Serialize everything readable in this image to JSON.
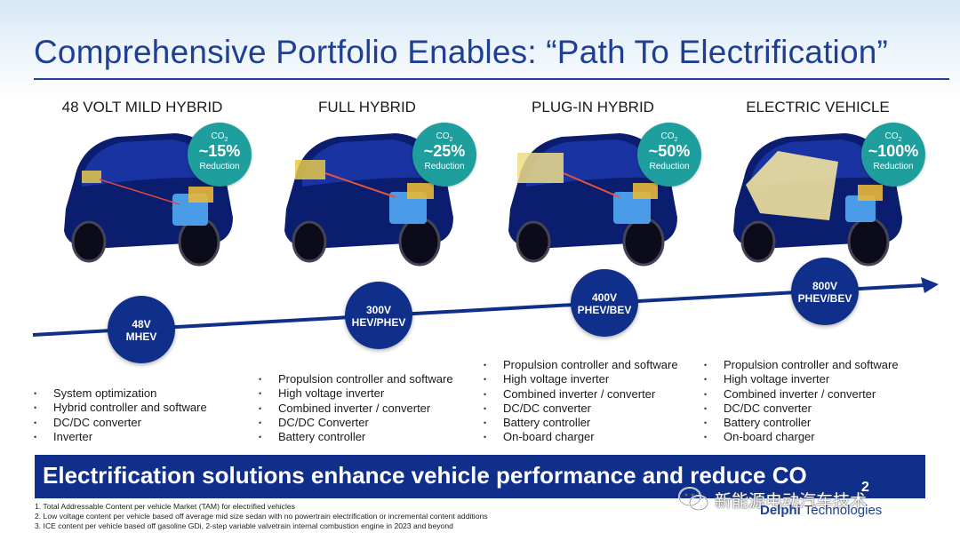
{
  "title": "Comprehensive Portfolio Enables: “Path To Electrification”",
  "stages": [
    {
      "name": "48 VOLT MILD HYBRID",
      "co2_label": "CO",
      "co2_sub": "2",
      "reduction_pct": "~15%",
      "reduction_label": "Reduction",
      "voltage_line1": "48V",
      "voltage_line2": "MHEV",
      "features": [
        "System optimization",
        "Hybrid controller and software",
        "DC/DC converter",
        "Inverter"
      ]
    },
    {
      "name": "FULL HYBRID",
      "co2_label": "CO",
      "co2_sub": "2",
      "reduction_pct": "~25%",
      "reduction_label": "Reduction",
      "voltage_line1": "300V",
      "voltage_line2": "HEV/PHEV",
      "features": [
        "Propulsion controller and software",
        "High voltage inverter",
        "Combined inverter / converter",
        "DC/DC Converter",
        "Battery controller"
      ]
    },
    {
      "name": "PLUG-IN HYBRID",
      "co2_label": "CO",
      "co2_sub": "2",
      "reduction_pct": "~50%",
      "reduction_label": "Reduction",
      "voltage_line1": "400V",
      "voltage_line2": "PHEV/BEV",
      "features": [
        "Propulsion controller and software",
        "High voltage inverter",
        "Combined inverter / converter",
        "DC/DC converter",
        "Battery controller",
        "On-board charger"
      ]
    },
    {
      "name": "ELECTRIC VEHICLE",
      "co2_label": "CO",
      "co2_sub": "2",
      "reduction_pct": "~100%",
      "reduction_label": "Reduction",
      "voltage_line1": "800V",
      "voltage_line2": "PHEV/BEV",
      "features": [
        "Propulsion controller and software",
        "High voltage inverter",
        "Combined inverter / converter",
        "DC/DC converter",
        "Battery controller",
        "On-board charger"
      ]
    }
  ],
  "banner": {
    "text": "Electrification solutions enhance vehicle performance and reduce CO",
    "sub": "2"
  },
  "footnotes": [
    "1.  Total Addressable Content per vehicle Market (TAM) for electrified vehicles",
    "2.  Low voltage content per vehicle based off average mid size sedan with no powertrain electrification or incremental content additions",
    "3.  ICE content per vehicle based off  gasoline GDi, 2-step variable valvetrain internal combustion engine in 2023 and beyond"
  ],
  "watermark": "新能源电动汽车技术",
  "brand": {
    "name": "Delphi",
    "suffix": " Technologies"
  },
  "colors": {
    "navy": "#0f2f8a",
    "title_blue": "#1f3f93",
    "teal": "#1e9e9c"
  }
}
